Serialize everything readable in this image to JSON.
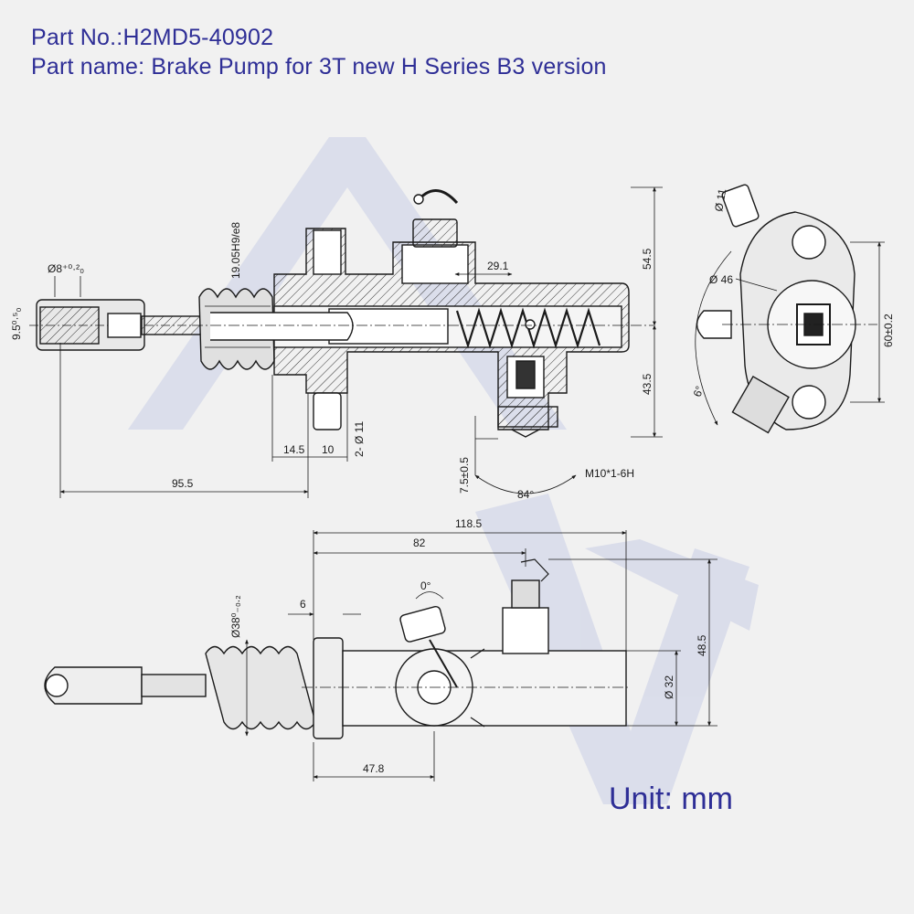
{
  "header": {
    "part_no": "Part No.:H2MD5-40902",
    "part_name": "Part name: Brake Pump for 3T new H Series B3 version"
  },
  "footer": {
    "unit": "Unit: mm"
  },
  "watermark": {
    "text": "AWN",
    "color": "#c9cde6"
  },
  "colors": {
    "title_text": "#2e2e96",
    "line": "#1a1a1a",
    "background": "#f1f1f1"
  },
  "dimensions": {
    "bore": "Ø8⁺⁰·²₀",
    "rod_width": "9.5⁰·⁵₀",
    "fit": "19.05H9/e8",
    "dim_29_1": "29.1",
    "dim_54_5": "54.5",
    "dim_43_5": "43.5",
    "dim_14_5": "14.5",
    "dim_10": "10",
    "holes": "2- Ø 11",
    "dim_95_5": "95.5",
    "dim_7_5": "7.5±0.5",
    "angle_84": "84°",
    "thread": "M10*1-6H",
    "side_hole": "Ø 11",
    "side_diam": "Ø 46",
    "angle_6": "6°",
    "height_60": "60±0.2",
    "dim_118_5": "118.5",
    "dim_82": "82",
    "dim_6": "6",
    "angle_0": "0°",
    "diam_38": "Ø38⁰₋₀.₂",
    "dim_48_5": "48.5",
    "diam_32": "Ø 32",
    "dim_47_8": "47.8"
  }
}
